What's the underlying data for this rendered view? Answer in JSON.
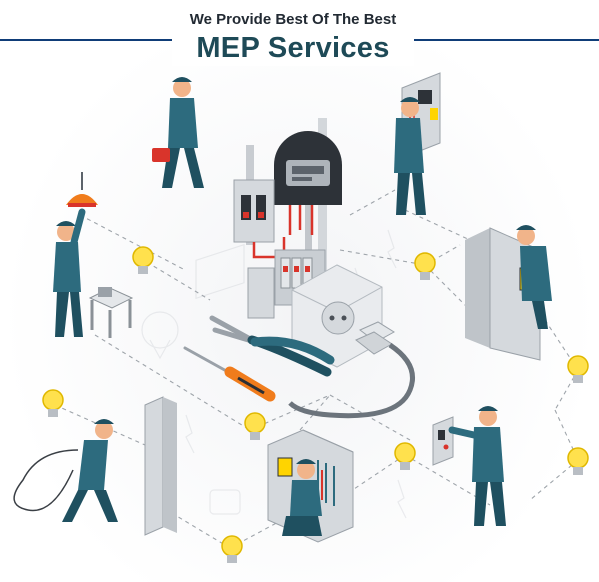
{
  "header": {
    "subtitle": "We Provide Best Of The Best",
    "title": "MEP Services"
  },
  "colors": {
    "header_line": "#0f3d78",
    "title_text": "#1e4a57",
    "worker_uniform": "#2d6b7e",
    "worker_uniform_dark": "#1f5060",
    "panel_gray": "#d5d9dd",
    "bulb_yellow": "#ffe14d",
    "tool_orange": "#f07c1c",
    "cable_red": "#d9342b",
    "skin": "#f1b48a"
  },
  "illustration": {
    "workers": [
      "worker-carrying-toolbox",
      "worker-changing-lamp",
      "worker-at-meter-box",
      "worker-at-electrical-panel",
      "worker-pulling-cable",
      "worker-kneeling-at-panel",
      "worker-at-wall-switch"
    ],
    "objects": [
      "electric-meter",
      "circuit-breakers",
      "power-socket",
      "plug",
      "pliers",
      "screwdriver",
      "light-bulbs",
      "stool",
      "control-panel-cabinet",
      "concrete-pillar"
    ]
  }
}
